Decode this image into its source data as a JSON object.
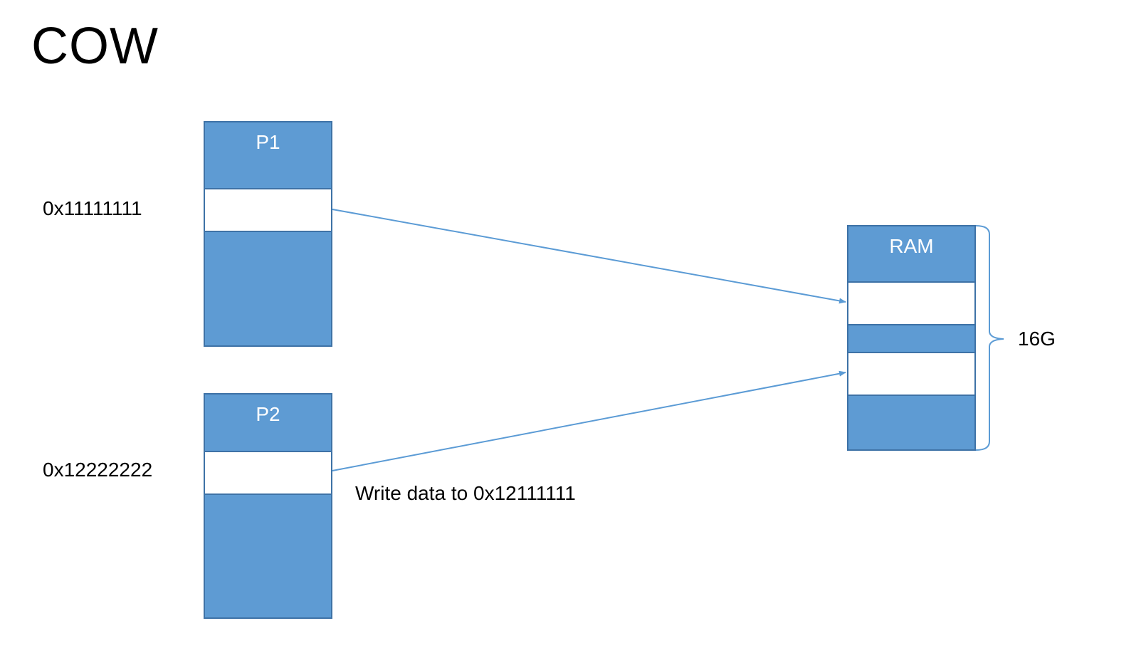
{
  "title": "COW",
  "process1": {
    "label": "P1",
    "address": "0x11111111"
  },
  "process2": {
    "label": "P2",
    "address": "0x12222222"
  },
  "ram": {
    "label": "RAM",
    "size": "16G"
  },
  "write_note": "Write data to 0x12111111",
  "colors": {
    "block_fill": "#5e9bd3",
    "block_border": "#3e72a6",
    "arrow": "#5b9bd5"
  }
}
